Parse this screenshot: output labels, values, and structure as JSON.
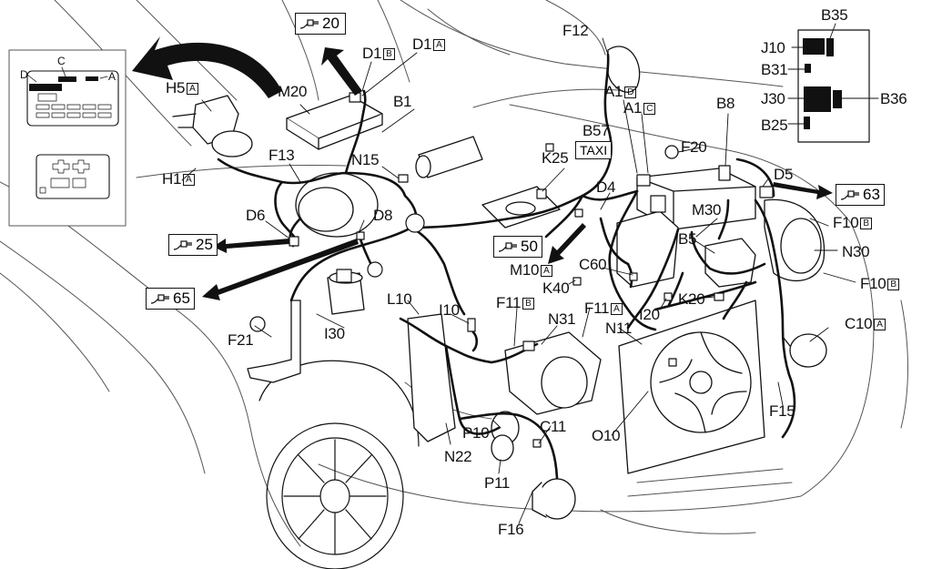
{
  "labels": {
    "H5": "H5",
    "H5_tag": "A",
    "M20": "M20",
    "D1B": "D1",
    "D1B_tag": "B",
    "D1A": "D1",
    "D1A_tag": "A",
    "F12": "F12",
    "B1": "B1",
    "A1D": "A1",
    "A1D_tag": "D",
    "A1C": "A1",
    "A1C_tag": "C",
    "B8": "B8",
    "B57": "B57",
    "taxi": "TAXI",
    "F20": "F20",
    "K25": "K25",
    "D5": "D5",
    "F13": "F13",
    "N15": "N15",
    "H1": "H1",
    "H1_tag": "A",
    "D6": "D6",
    "D8": "D8",
    "D4": "D4",
    "M30": "M30",
    "F10_1": "F10",
    "F10_1_tag": "B",
    "B5": "B5",
    "N30": "N30",
    "M10": "M10",
    "M10_tag": "A",
    "C60": "C60",
    "K40": "K40",
    "F10_2": "F10",
    "F10_2_tag": "B",
    "K20": "K20",
    "I20": "I20",
    "F21": "F21",
    "I30": "I30",
    "L10": "L10",
    "I10": "I10",
    "F11B": "F11",
    "F11B_tag": "B",
    "F11A": "F11",
    "F11A_tag": "A",
    "N31": "N31",
    "N11": "N11",
    "C10": "C10",
    "C10_tag": "A",
    "F15": "F15",
    "P10": "P10",
    "C11": "C11",
    "O10": "O10",
    "N22": "N22",
    "P11": "P11",
    "F16": "F16"
  },
  "inset_fuse": {
    "D": "D",
    "C": "C",
    "A": "A"
  },
  "inset_relay": {
    "B35": "B35",
    "J10": "J10",
    "B31": "B31",
    "J30": "J30",
    "B36": "B36",
    "B25": "B25"
  },
  "refs": {
    "r20": "20",
    "r25": "25",
    "r65": "65",
    "r50": "50",
    "r63": "63"
  },
  "icons": [
    "connector-plug-icon"
  ]
}
